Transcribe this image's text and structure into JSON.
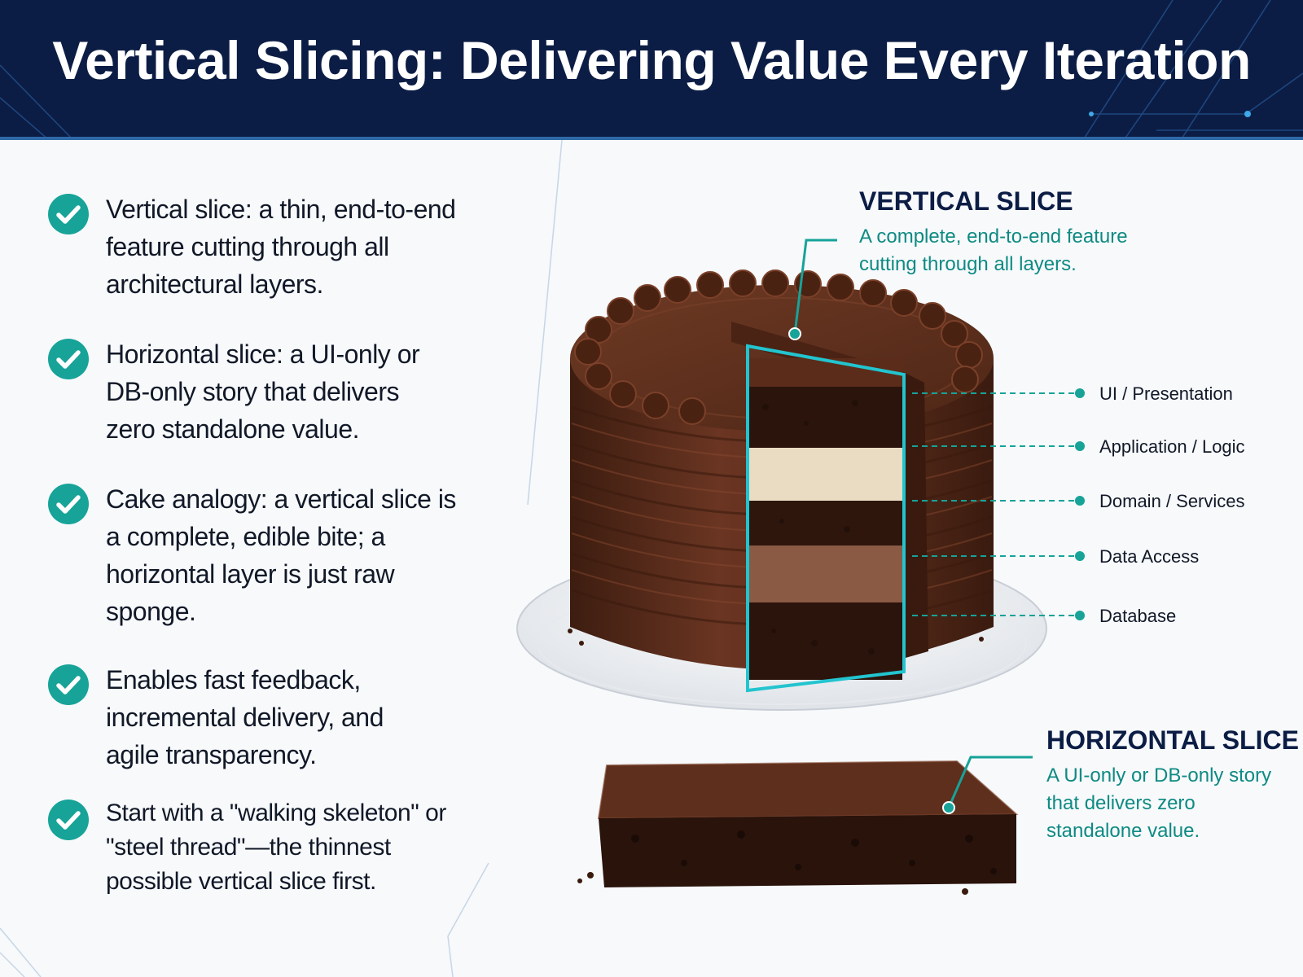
{
  "title": "Vertical Slicing: Delivering Value Every Iteration",
  "bullets": [
    {
      "text": "Vertical slice: a thin, end-to-end feature cutting through all architectural layers."
    },
    {
      "text": "Horizontal slice: a UI-only or DB-only story that delivers zero standalone value."
    },
    {
      "text": "Cake analogy: a vertical slice is a complete, edible bite; a horizontal layer is just raw sponge."
    },
    {
      "text": "Enables fast feedback, incremental delivery, and agile transparency."
    },
    {
      "text": "Start with a \"walking skeleton\" or \"steel thread\"—the thinnest possible vertical slice first."
    }
  ],
  "vertical_slice": {
    "heading": "VERTICAL SLICE",
    "desc_lines": [
      "A complete, end-to-end feature",
      "cutting through all layers."
    ]
  },
  "layers": [
    {
      "label": "UI / Presentation"
    },
    {
      "label": "Application / Logic"
    },
    {
      "label": "Domain / Services"
    },
    {
      "label": "Data Access"
    },
    {
      "label": "Database"
    }
  ],
  "horizontal_slice": {
    "heading": "HORIZONTAL SLICE",
    "desc_lines": [
      "A UI-only or DB-only story",
      "that delivers zero",
      "standalone value."
    ]
  },
  "colors": {
    "header_bg": "#0c1d45",
    "accent_teal": "#17a398",
    "slice_outline": "#22c4cf",
    "chocolate": "#5a2e1c"
  }
}
